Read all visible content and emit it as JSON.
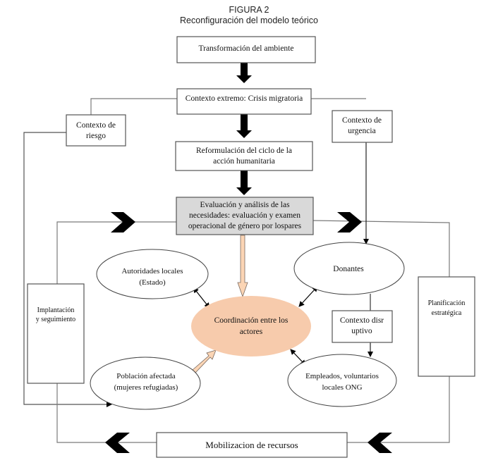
{
  "figure": {
    "label": "FIGURA 2",
    "title": "Reconfiguración del modelo teórico"
  },
  "colors": {
    "box_stroke": "#555555",
    "connector": "#7a7a7a",
    "highlight_box_fill": "#d9d9d9",
    "coordination_fill": "#f7cbac",
    "salmon_arrow_fill": "#fbd5b5",
    "chevron_fill": "#000000"
  },
  "nodes": {
    "transformacion": {
      "lines": [
        "Transformación del ambiente"
      ]
    },
    "contexto_extremo": {
      "lines": [
        "Contexto extremo: Crisis migratoria"
      ]
    },
    "contexto_riesgo": {
      "lines": [
        "Contexto de",
        "riesgo"
      ]
    },
    "contexto_urgencia": {
      "lines": [
        "Contexto de",
        "urgencia"
      ]
    },
    "reformulacion": {
      "lines": [
        "Reformulación del ciclo de la",
        "acción humanitaria"
      ]
    },
    "evaluacion": {
      "lines": [
        "Evaluación y análisis de las",
        "necesidades: evaluación y examen",
        "operacional de género por lospares"
      ]
    },
    "autoridades": {
      "lines": [
        "Autoridades locales",
        "(Estado)"
      ]
    },
    "donantes": {
      "lines": [
        "Donantes"
      ]
    },
    "coordinacion": {
      "lines": [
        "Coordinación entre los",
        "actores"
      ]
    },
    "contexto_disruptivo": {
      "lines": [
        "Contexto disr",
        "uptivo"
      ]
    },
    "poblacion": {
      "lines": [
        "Población afectada",
        "(mujeres refugiadas)"
      ]
    },
    "empleados": {
      "lines": [
        "Empleados, voluntarios",
        "locales ONG"
      ]
    },
    "implantacion": {
      "lines": [
        "Implantación",
        "y seguimiento"
      ]
    },
    "planificacion": {
      "lines": [
        "Planificación",
        "estratégica"
      ]
    },
    "movilizacion": {
      "lines": [
        "Mobilizacion de recursos"
      ]
    }
  }
}
